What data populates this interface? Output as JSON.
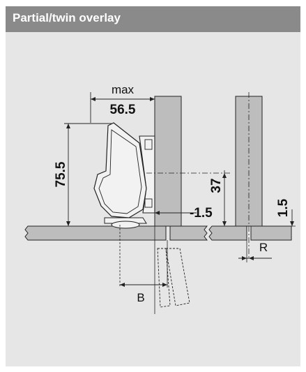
{
  "header": {
    "title": "Partial/twin overlay"
  },
  "dimensions": {
    "max_label": "max",
    "max_value": "56.5",
    "height": "75.5",
    "offset_37": "37",
    "offset_neg": "-1.5",
    "offset_right": "1.5",
    "label_B": "B",
    "label_R": "R"
  },
  "colors": {
    "header_bg": "#8a8a8a",
    "panel_bg": "#e6e6e6",
    "cabinet_fill": "#bdbdbd",
    "hinge_fill": "#f2f2f2"
  }
}
